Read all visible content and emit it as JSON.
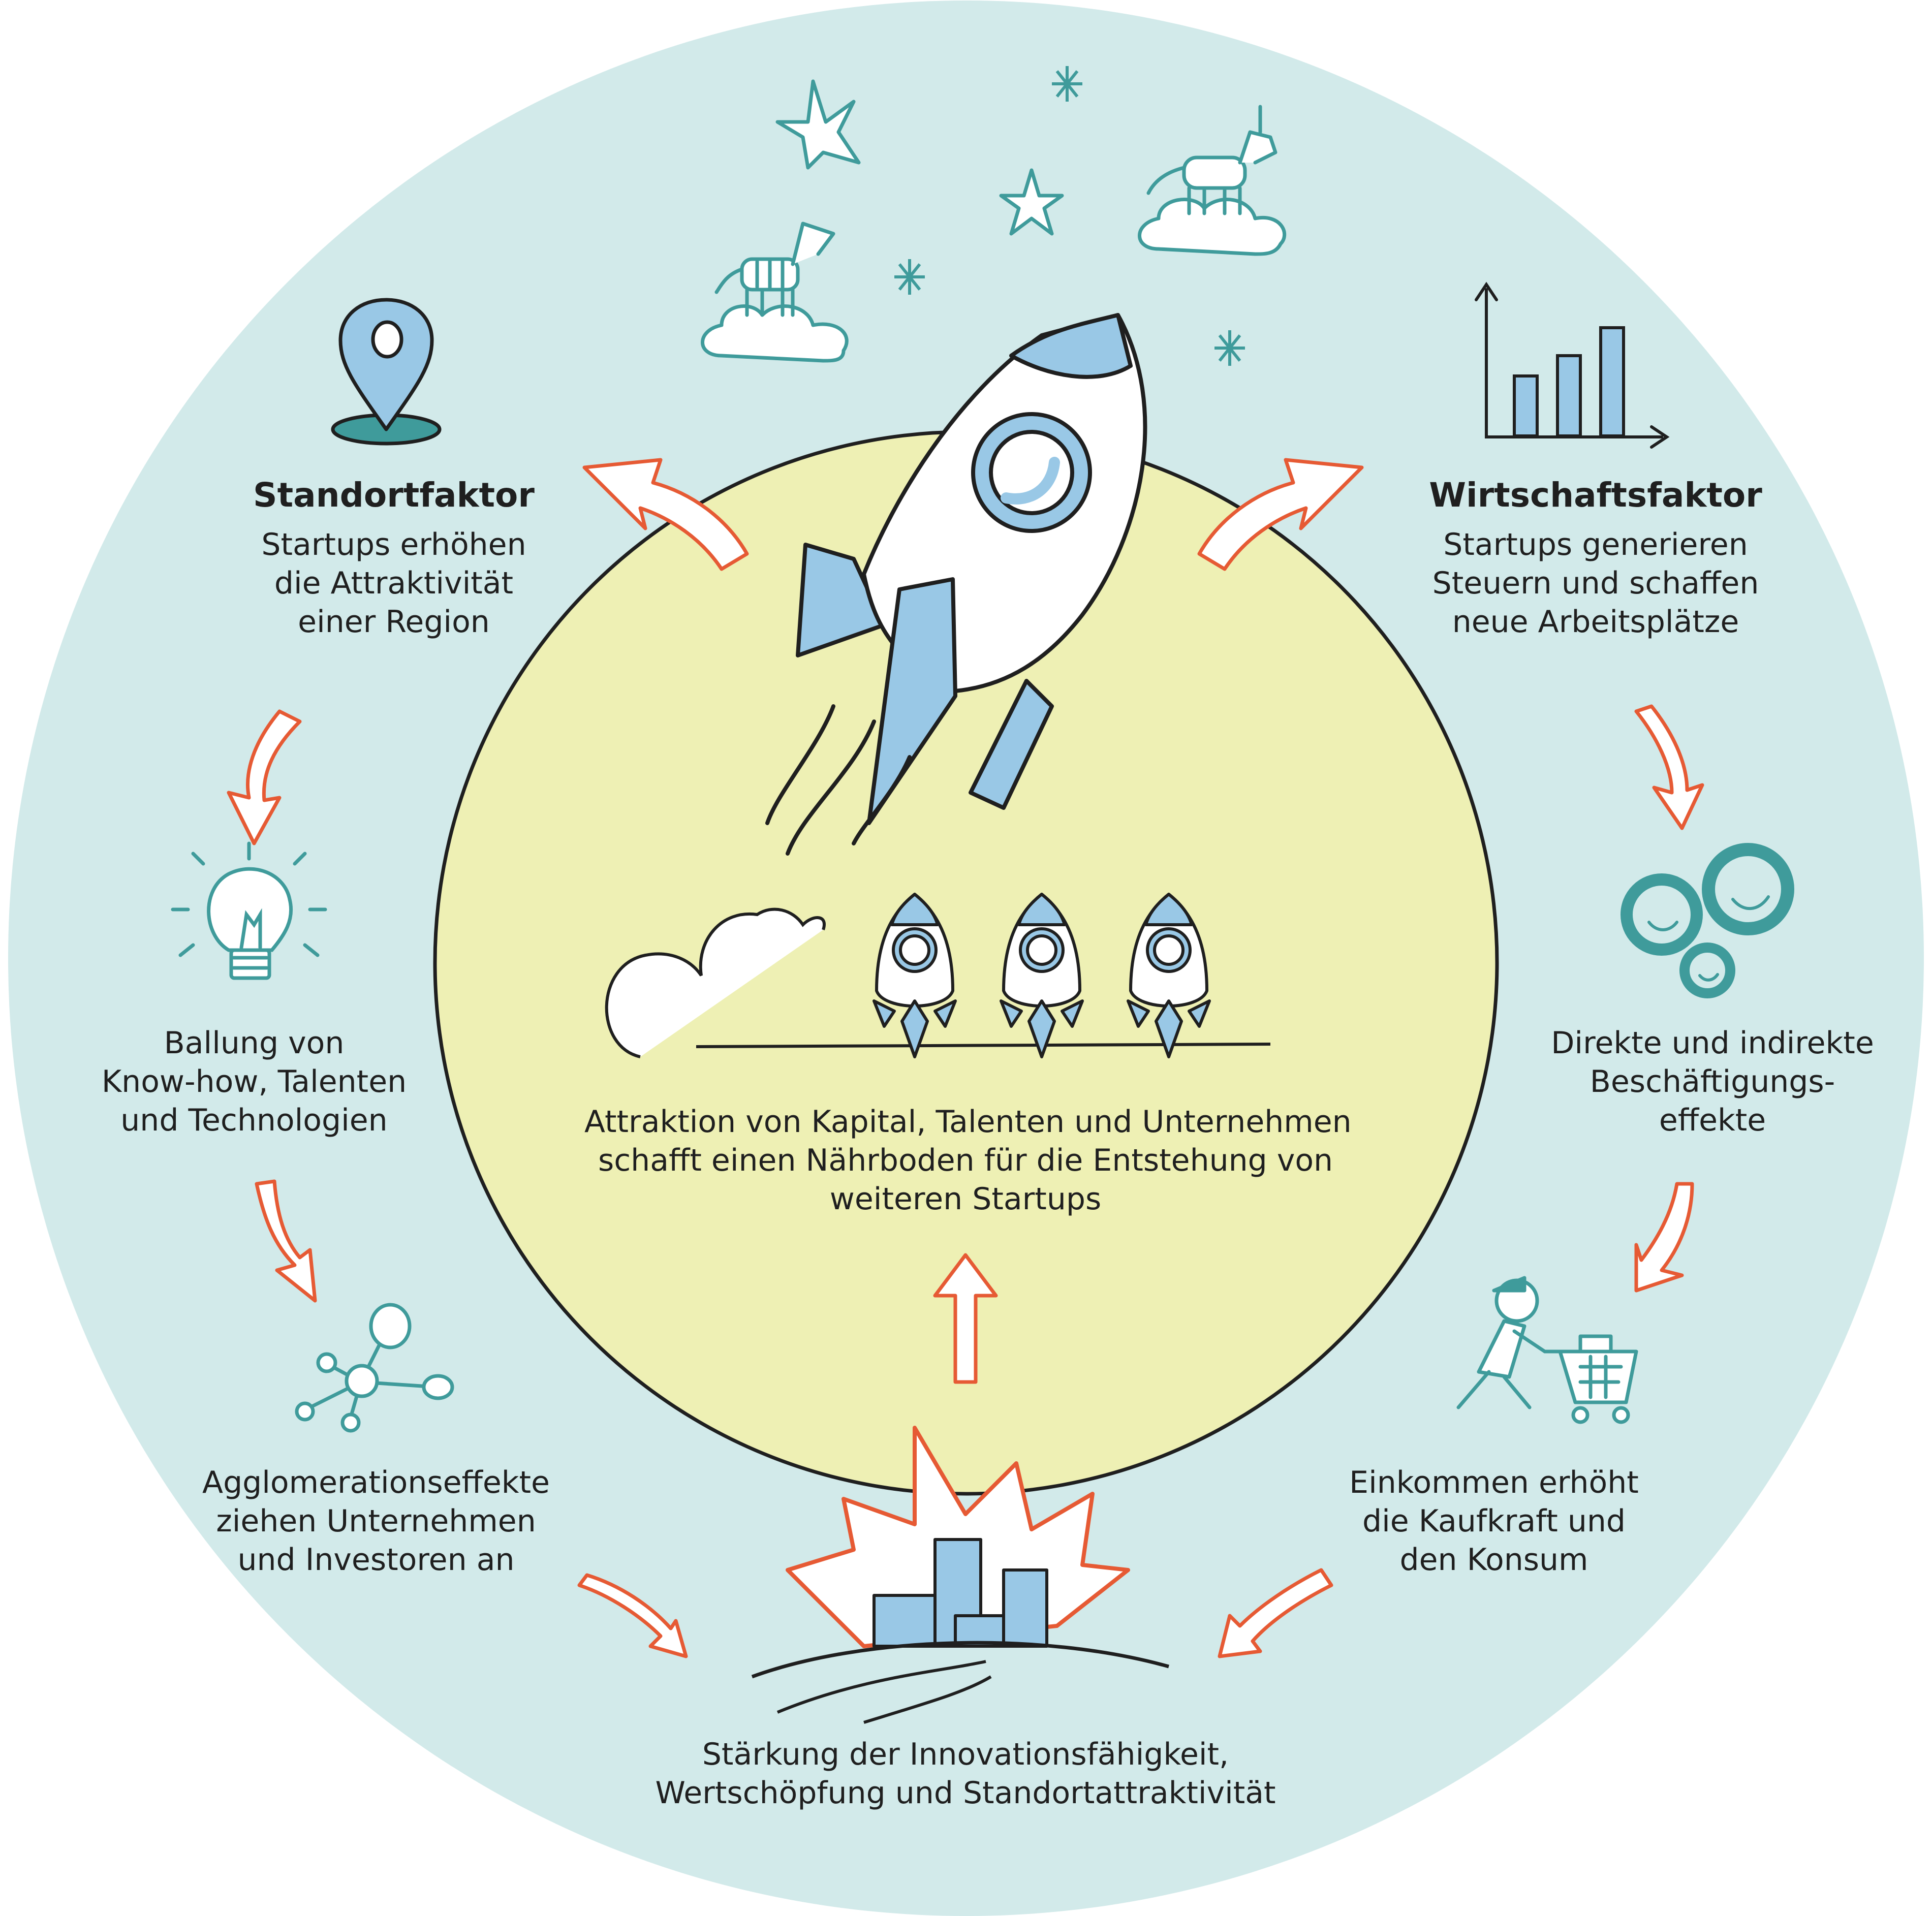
{
  "background_colors": {
    "outer": "#d2eaea",
    "inner": "#eef0b4",
    "accent_arrow": "#e65a34",
    "teal": "#3f9b9b",
    "blue": "#99c8e6"
  },
  "center_text": {
    "line1": "Attraktion von Kapital, Talenten und Unternehmen",
    "line2": "schafft einen Nährboden  für die Entstehung von",
    "line3": "weiteren Startups"
  },
  "standort": {
    "title": "Standortfaktor",
    "line1": "Startups erhöhen",
    "line2": "die Attraktivität",
    "line3": "einer Region",
    "icon": "location-pin-icon"
  },
  "wirtschaft": {
    "title": "Wirtschaftsfaktor",
    "line1": "Startups generieren",
    "line2": "Steuern und schaffen",
    "line3": "neue Arbeitsplätze",
    "icon": "bar-chart-icon"
  },
  "ballung": {
    "line1": "Ballung von",
    "line2": "Know-how, Talenten",
    "line3": "und Technologien",
    "icon": "lightbulb-icon"
  },
  "agglomeration": {
    "line1": "Agglomerationseffekte",
    "line2": "ziehen Unternehmen",
    "line3": "und Investoren an",
    "icon": "network-icon"
  },
  "beschaeftigung": {
    "line1": "Direkte und indirekte",
    "line2": "Beschäftigungs-",
    "line3": "effekte",
    "icon": "gears-icon"
  },
  "einkommen": {
    "line1": "Einkommen erhöht",
    "line2": "die Kaufkraft und",
    "line3": "den Konsum",
    "icon": "shopping-cart-icon"
  },
  "staerkung": {
    "line1": "Stärkung der Innovationsfähigkeit,",
    "line2": "Wertschöpfung und Standortattraktivität",
    "icon": "city-burst-icon"
  }
}
